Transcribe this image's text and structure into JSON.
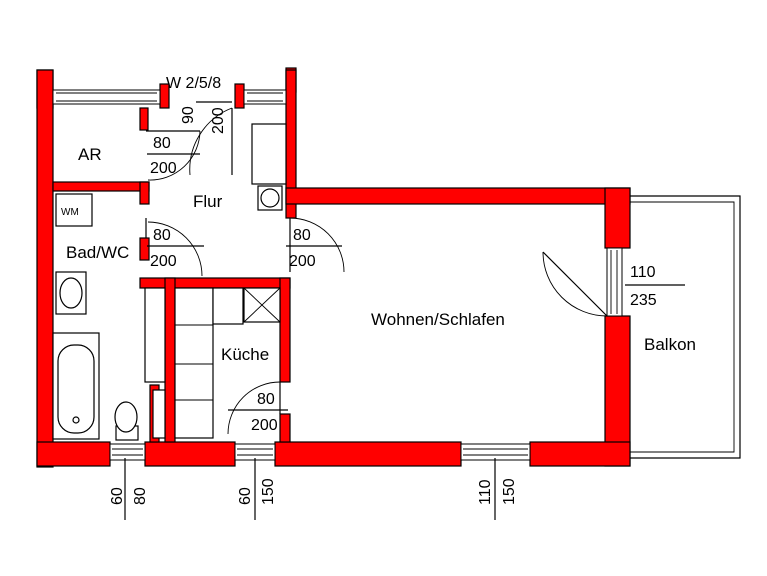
{
  "title": "W 2/5/8",
  "rooms": {
    "ar": "AR",
    "flur": "Flur",
    "bad": "Bad/WC",
    "wm": "WM",
    "kueche": "Küche",
    "wohnen": "Wohnen/Schlafen",
    "balkon": "Balkon"
  },
  "doors": {
    "entrance": {
      "width": "90",
      "height": "200"
    },
    "ar": {
      "width": "80",
      "height": "200"
    },
    "bad": {
      "width": "80",
      "height": "200"
    },
    "wohnen": {
      "width": "80",
      "height": "200"
    },
    "kueche": {
      "width": "80",
      "height": "200"
    },
    "balkon": {
      "width": "110",
      "height": "235"
    }
  },
  "windows": {
    "bad": {
      "width": "60",
      "height": "80"
    },
    "kueche": {
      "width": "60",
      "height": "150"
    },
    "wohnen": {
      "width": "110",
      "height": "150"
    }
  },
  "colors": {
    "wall": "#ff0000",
    "line": "#000000",
    "background": "#ffffff"
  }
}
